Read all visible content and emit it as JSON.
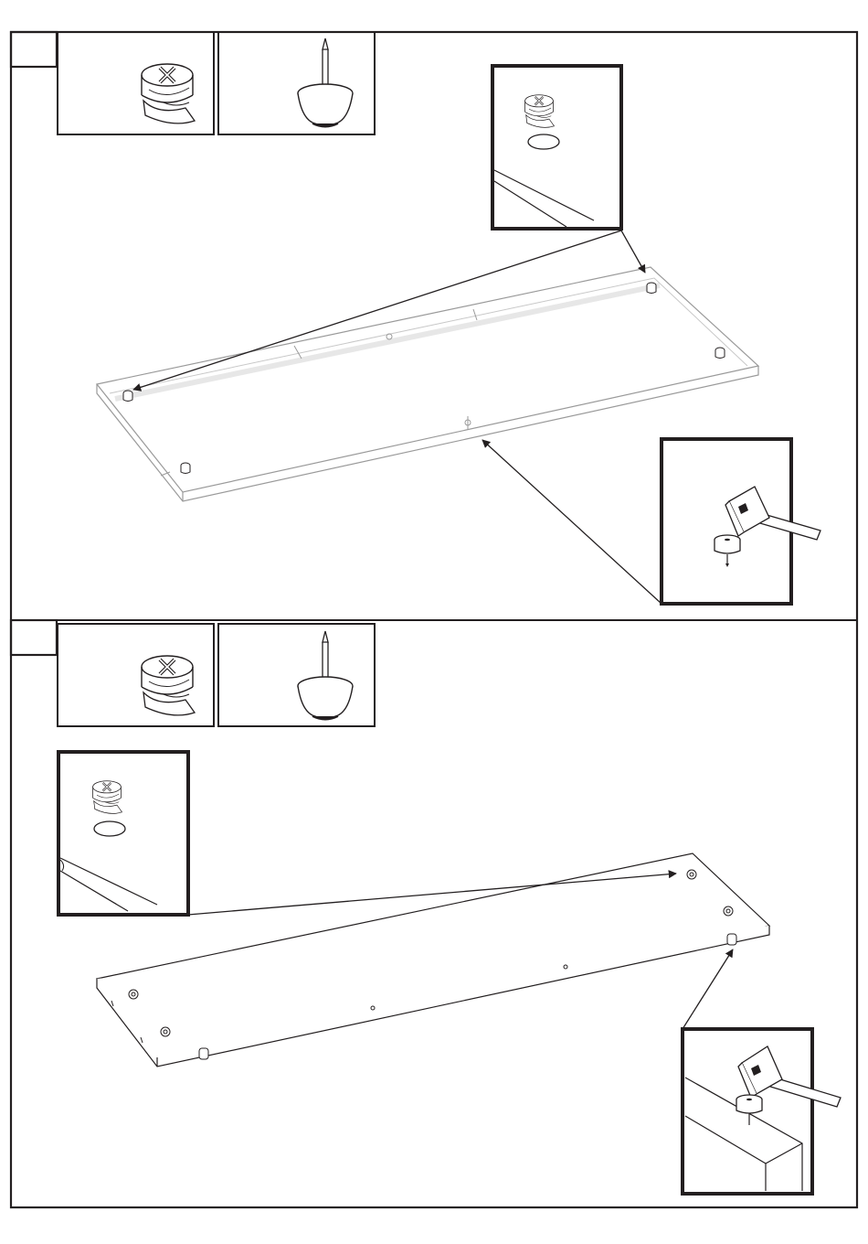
{
  "document": {
    "type": "assembly-instructions",
    "steps": [
      {
        "step_number": "",
        "parts": [
          {
            "icon": "cam-lock-fitting-icon",
            "quantity": ""
          },
          {
            "icon": "nail-glide-foot-icon",
            "quantity": ""
          }
        ],
        "details": [
          {
            "icon": "cam-lock-insertion-detail"
          },
          {
            "icon": "hammer-nail-glide-detail"
          }
        ]
      },
      {
        "step_number": "",
        "parts": [
          {
            "icon": "cam-lock-fitting-icon",
            "quantity": ""
          },
          {
            "icon": "nail-glide-foot-icon",
            "quantity": ""
          }
        ],
        "details": [
          {
            "icon": "cam-lock-insertion-detail"
          },
          {
            "icon": "hammer-nail-glide-detail"
          }
        ]
      }
    ],
    "colors": {
      "line": "#231f20",
      "background": "#ffffff",
      "panel_edge": "#c8c8c8"
    }
  }
}
